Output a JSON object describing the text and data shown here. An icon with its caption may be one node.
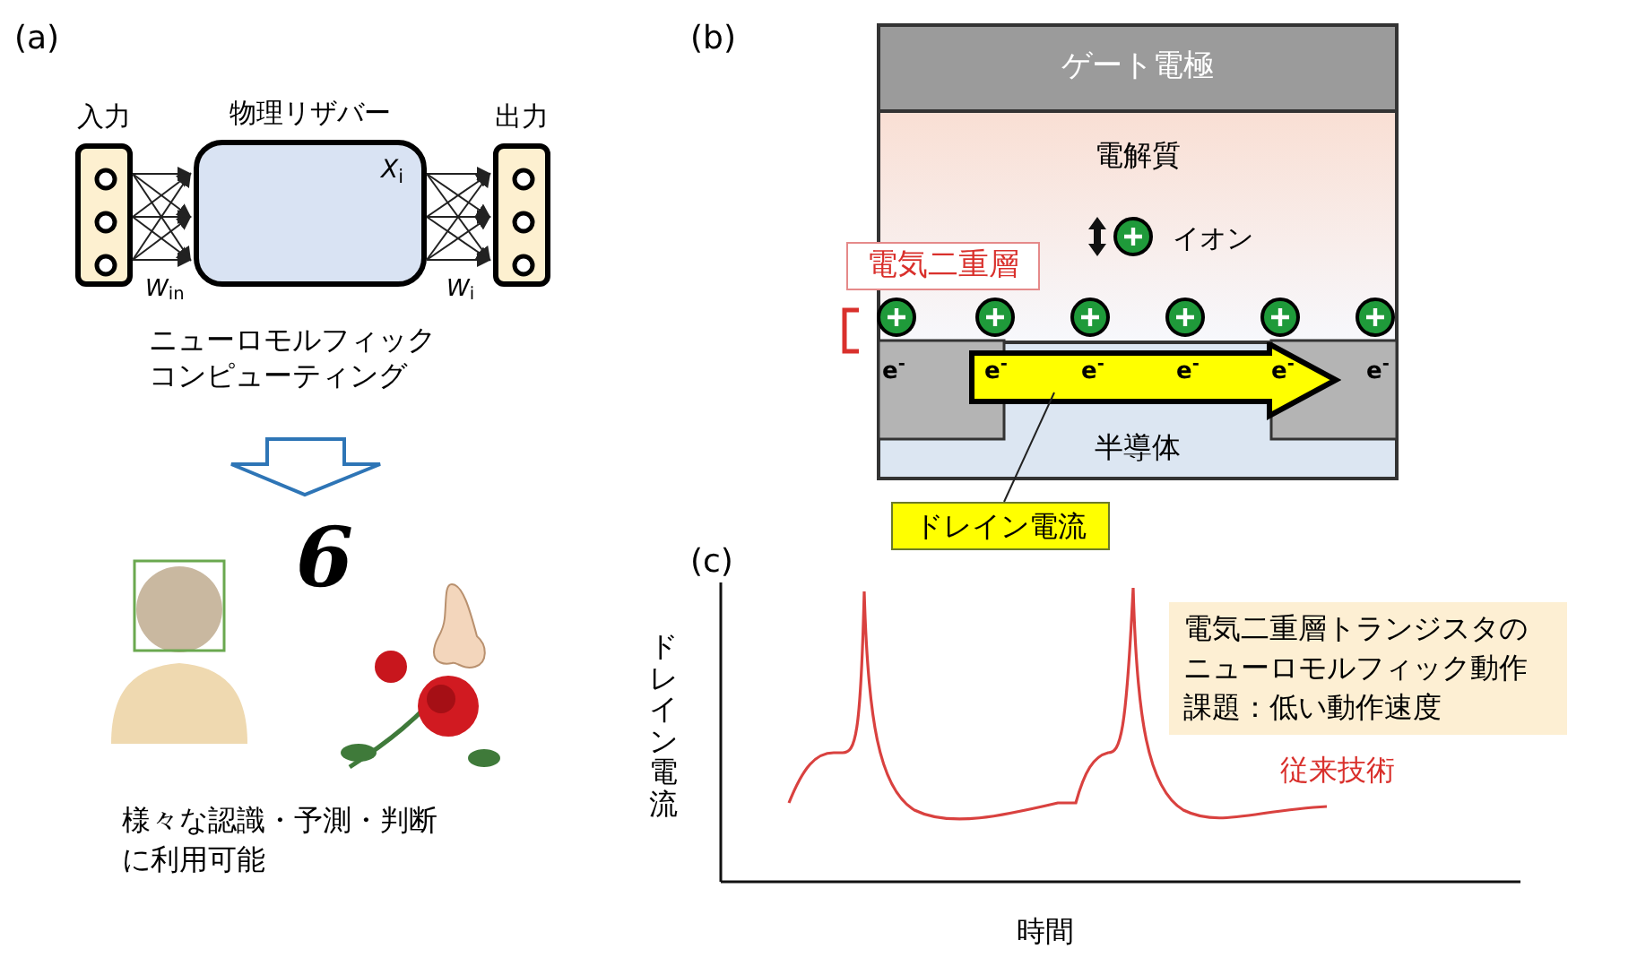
{
  "diagram": {
    "nodes": [
      {
        "text": [
          "入力"
        ]
      },
      {
        "text": [
          "物理リザバー",
          "*X*$_{i}$"
        ]
      },
      {
        "text": [
          "出力"
        ]
      },
      {
        "text": [
          "ゲート電極"
        ]
      },
      {
        "text": [
          "電解質"
        ]
      },
      {
        "text": [
          "半導体"
        ]
      },
      {
        "text": [
          "電気二重層"
        ]
      },
      {
        "text": [
          "ドレイン電流"
        ]
      },
      {
        "text": [],
        "shape": "arrow",
        "in": 5
      },
      {
        "text": [
          "電気二重層トランジスタのニューロモルフィック動作",
          "課題：低い動作速度"
        ]
      }
    ],
    "edges": [
      {
        "from": 0,
        "to": 1,
        "arrow": "to",
        "label": "*W*$_{in}$"
      },
      {
        "from": 1,
        "to": 2,
        "arrow": "to",
        "label": "*W*$_{i}$"
      },
      {
        "from": 7,
        "to": 8,
        "arrow": "none"
      }
    ],
    "labels": [
      "(a)",
      "ニューロモルフィックコンピューティング",
      "6",
      "様々な認識・予測・判断に利用可能",
      "(b)",
      "イオン",
      "e$^{-}$",
      "e$^{-}$",
      "e$^{-}$",
      "e$^{-}$",
      "e$^{-}$",
      "e$^{-}$",
      "(c)",
      "ドレイン電流",
      "時間",
      "従来技術"
    ]
  }
}
